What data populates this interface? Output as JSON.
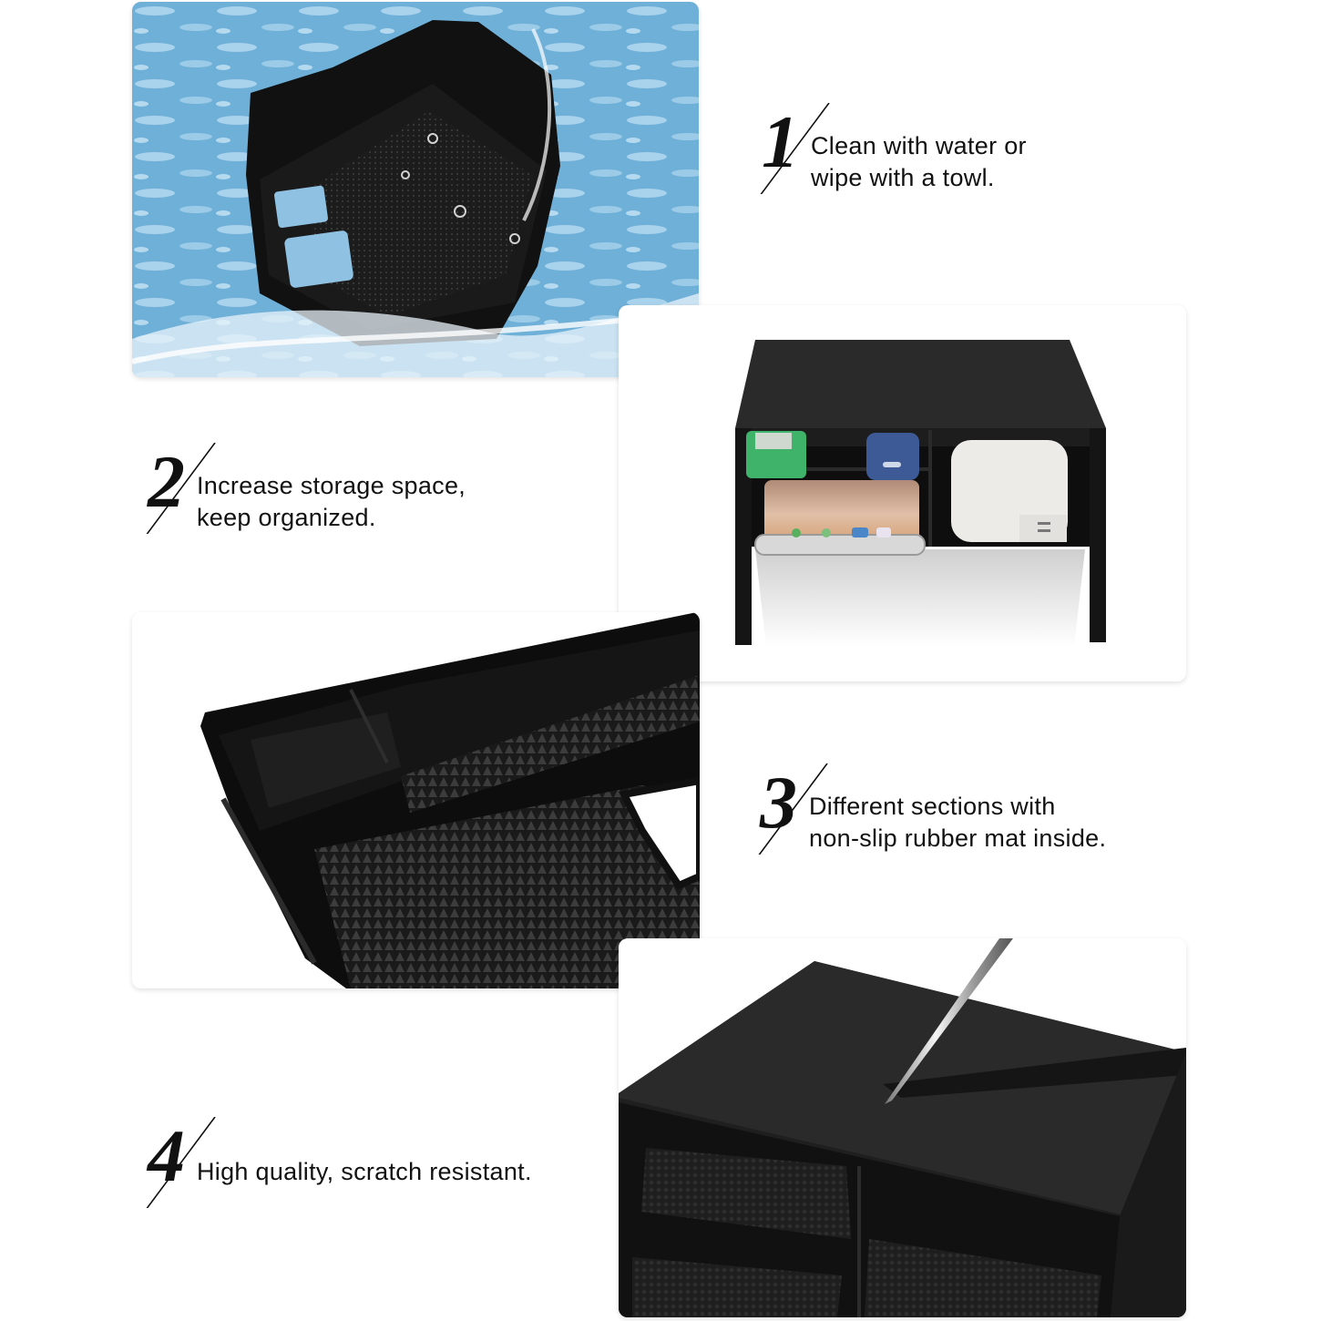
{
  "features": [
    {
      "number": "1",
      "lines": [
        "Clean with water or",
        "wipe with a towl."
      ]
    },
    {
      "number": "2",
      "lines": [
        "Increase storage space,",
        "keep organized."
      ]
    },
    {
      "number": "3",
      "lines": [
        "Different sections with",
        "non-slip rubber mat inside."
      ]
    },
    {
      "number": "4",
      "lines": [
        "High quality, scratch resistant."
      ]
    }
  ],
  "images": [
    {
      "id": "water-tray",
      "alt": "Black storage tray splashed with water"
    },
    {
      "id": "organizer-with-items",
      "alt": "Black organizer holding lighter, power bank, phone and case"
    },
    {
      "id": "tray-closeup",
      "alt": "Close-up of tray compartments with non-slip rubber mat"
    },
    {
      "id": "scratch-test",
      "alt": "Screwdriver tip scratching the organizer top surface"
    }
  ],
  "colors": {
    "water": "#7fb8dc",
    "tray": "#151515",
    "text": "#111111",
    "background": "#ffffff"
  }
}
